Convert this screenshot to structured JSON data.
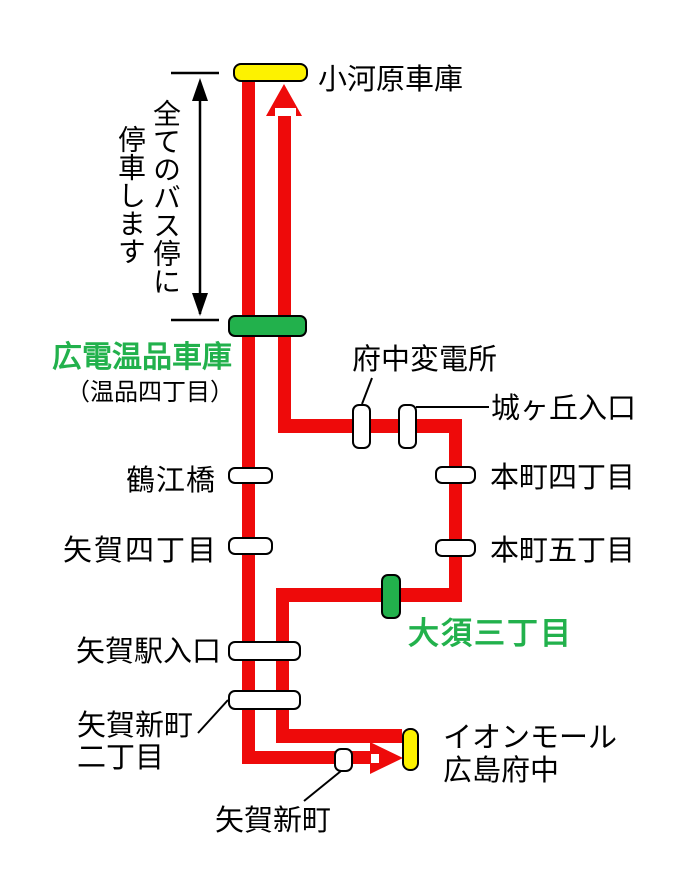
{
  "note": {
    "line1": "全てのバス停に",
    "line2": "停車します"
  },
  "stops": {
    "ogawara": "小河原車庫",
    "hiroden_nukushina": "広電温品車庫",
    "hiroden_nukushina_sub": "（温品四丁目）",
    "fuchu_hendensho": "府中変電所",
    "jogaoka": "城ヶ丘入口",
    "tsurue": "鶴江橋",
    "honmachi4": "本町四丁目",
    "yaga4": "矢賀四丁目",
    "honmachi5": "本町五丁目",
    "osu3": "大須三丁目",
    "yagaeki": "矢賀駅入口",
    "yagashinmachi2_l1": "矢賀新町",
    "yagashinmachi2_l2": "二丁目",
    "aeon_l1": "イオンモール",
    "aeon_l2": "広島府中",
    "yagashinmachi": "矢賀新町"
  },
  "colors": {
    "route_red": "#ee0a0a",
    "highlight_green": "#22b14c",
    "terminal_yellow": "#fdf200"
  }
}
